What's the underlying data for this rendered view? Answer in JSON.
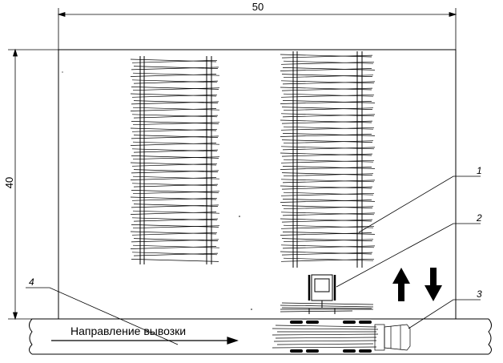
{
  "dimensions": {
    "width_label": "50",
    "height_label": "40"
  },
  "callouts": [
    "1",
    "2",
    "3",
    "4"
  ],
  "road": {
    "direction_label": "Направление вывозки"
  },
  "arrows": {
    "up": "arrow-up-icon",
    "down": "arrow-down-icon"
  },
  "colors": {
    "line": "#000000",
    "background": "#ffffff"
  }
}
